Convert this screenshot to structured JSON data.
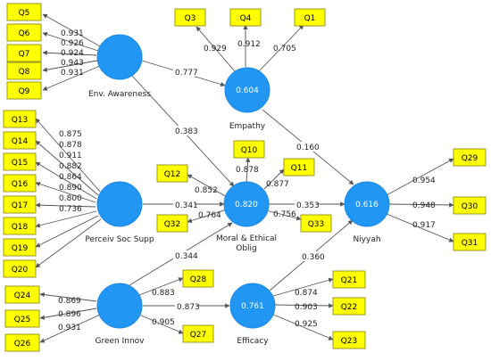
{
  "diagram": {
    "colors": {
      "latent_fill": "#2196f3",
      "indicator_fill": "#ffff00",
      "line": "#555555"
    },
    "latents": [
      {
        "id": "env",
        "label": "Env. Awareness",
        "r2": ""
      },
      {
        "id": "emp",
        "label": "Empathy",
        "r2": "0.604"
      },
      {
        "id": "pss",
        "label": "Perceiv Soc Supp",
        "r2": ""
      },
      {
        "id": "moral",
        "label": "Moral & Ethical Oblig",
        "r2": "0.820"
      },
      {
        "id": "niy",
        "label": "Niyyah",
        "r2": "0.616"
      },
      {
        "id": "green",
        "label": "Green Innov",
        "r2": ""
      },
      {
        "id": "eff",
        "label": "Efficacy",
        "r2": "0.761"
      }
    ],
    "indicators": [
      "Q5",
      "Q6",
      "Q7",
      "Q8",
      "Q9",
      "Q3",
      "Q4",
      "Q1",
      "Q13",
      "Q14",
      "Q15",
      "Q16",
      "Q17",
      "Q18",
      "Q19",
      "Q20",
      "Q10",
      "Q11",
      "Q12",
      "Q32",
      "Q33",
      "Q29",
      "Q30",
      "Q31",
      "Q24",
      "Q25",
      "Q26",
      "Q28",
      "Q27",
      "Q21",
      "Q22",
      "Q23"
    ],
    "loadings": {
      "env": [
        "0.931",
        "0.926",
        "0.924",
        "0.943",
        "0.931"
      ],
      "emp": [
        "0.929",
        "0.912",
        "0.705"
      ],
      "pss": [
        "0.875",
        "0.878",
        "0.911",
        "0.882",
        "0.864",
        "0.890",
        "0.800",
        "0.736"
      ],
      "moral": [
        "0.878",
        "0.877",
        "0.852",
        "0.764",
        "0.756"
      ],
      "niy": [
        "0.954",
        "0.948",
        "0.917"
      ],
      "green": [
        "0.869",
        "0.896",
        "0.931"
      ],
      "green_right": [
        "0.883",
        "0.905"
      ],
      "eff": [
        "0.874",
        "0.903",
        "0.925"
      ]
    },
    "paths": [
      {
        "from": "Env. Awareness",
        "to": "Empathy",
        "coef": "0.777"
      },
      {
        "from": "Env. Awareness",
        "to": "Moral & Ethical Oblig",
        "coef": "0.383"
      },
      {
        "from": "Empathy",
        "to": "Niyyah",
        "coef": "0.160"
      },
      {
        "from": "Perceiv Soc Supp",
        "to": "Moral & Ethical Oblig",
        "coef": "0.341"
      },
      {
        "from": "Moral & Ethical Oblig",
        "to": "Niyyah",
        "coef": "0.353"
      },
      {
        "from": "Green Innov",
        "to": "Moral & Ethical Oblig",
        "coef": "0.344"
      },
      {
        "from": "Green Innov",
        "to": "Efficacy",
        "coef": "0.873"
      },
      {
        "from": "Efficacy",
        "to": "Niyyah",
        "coef": "0.360"
      }
    ]
  }
}
